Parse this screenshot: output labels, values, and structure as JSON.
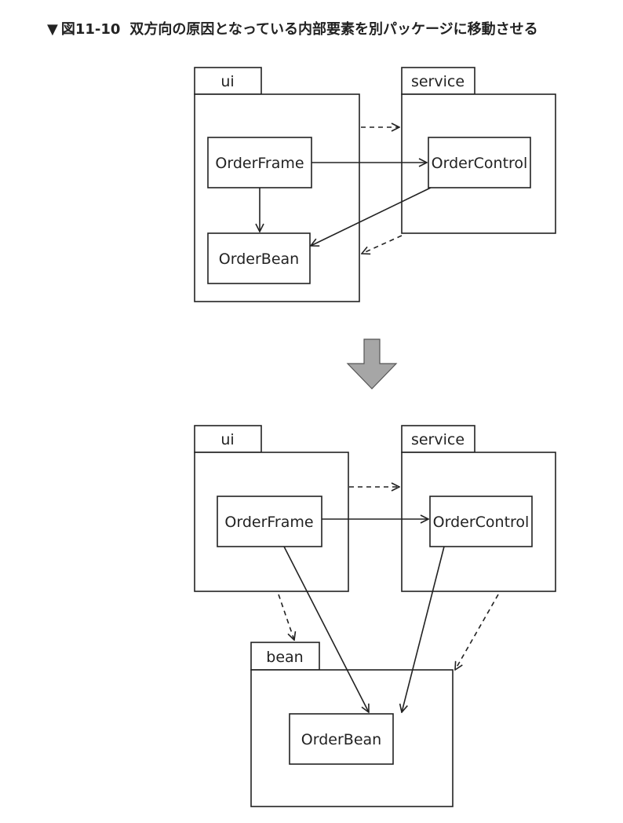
{
  "figure": {
    "marker": "▼",
    "number": "図11-10",
    "title": "双方向の原因となっている内部要素を別パッケージに移動させる"
  },
  "before": {
    "packages": [
      {
        "name": "ui"
      },
      {
        "name": "service"
      }
    ],
    "classes": [
      "OrderFrame",
      "OrderBean",
      "OrderControl"
    ]
  },
  "after": {
    "packages": [
      {
        "name": "ui"
      },
      {
        "name": "service"
      },
      {
        "name": "bean"
      }
    ],
    "classes": [
      "OrderFrame",
      "OrderControl",
      "OrderBean"
    ]
  },
  "colors": {
    "line": "#222222",
    "transition_arrow_fill": "#a6a6a6",
    "transition_arrow_stroke": "#555555"
  }
}
